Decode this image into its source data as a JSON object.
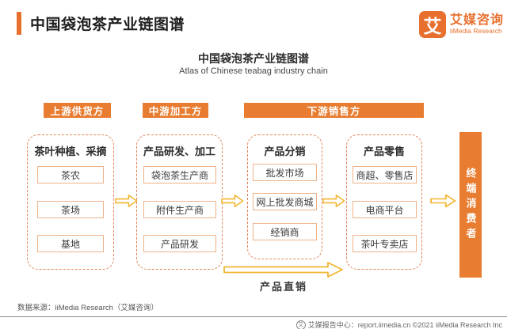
{
  "header": {
    "title": "中国袋泡茶产业链图谱",
    "logo_mark": "艾",
    "logo_cn": "艾媒咨询",
    "logo_en": "iiMedia Research"
  },
  "chart": {
    "title": "中国袋泡茶产业链图谱",
    "subtitle": "Atlas of Chinese teabag industry chain"
  },
  "tags": [
    {
      "label": "上游供货方"
    },
    {
      "label": "中游加工方"
    },
    {
      "label": "下游销售方"
    }
  ],
  "columns": [
    {
      "title": "茶叶种植、采摘",
      "items": [
        "茶农",
        "茶场",
        "基地"
      ]
    },
    {
      "title": "产品研发、加工",
      "items": [
        "袋泡茶生产商",
        "附件生产商",
        "产品研发"
      ]
    },
    {
      "title": "产品分销",
      "items": [
        "批发市场",
        "网上批发商城",
        "经销商"
      ]
    },
    {
      "title": "产品零售",
      "items": [
        "商超、零售店",
        "电商平台",
        "茶叶专卖店"
      ]
    }
  ],
  "terminal_label": "终端消费者",
  "direct_sales_label": "产品直销",
  "source_note": "数据来源：iiMedia Research（艾媒咨询）",
  "footer_icon_glyph": "艾",
  "footer_text": "艾媒报告中心：report.iimedia.cn ©2021 iiMedia Research Inc",
  "colors": {
    "orange": "#E87D31",
    "accent_orange": "#E8702E",
    "dashed_border": "#E2835A",
    "box_border": "#EDB288",
    "arrow_yellow": "#F2B52F"
  }
}
